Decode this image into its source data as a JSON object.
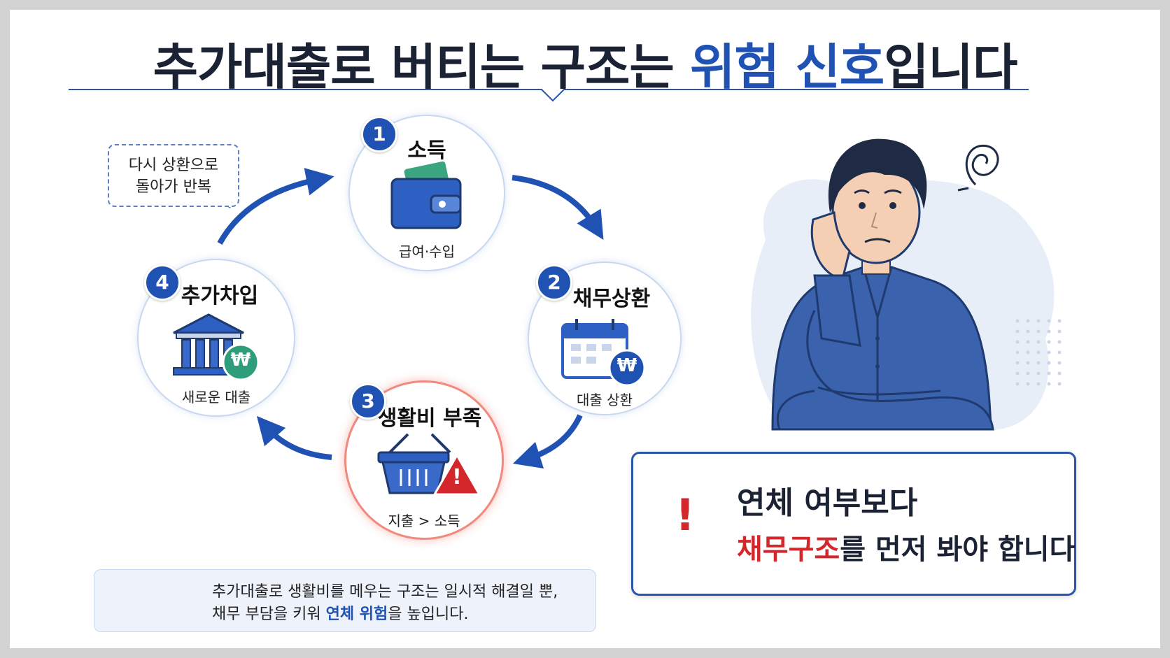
{
  "title": {
    "part1": "추가대출로 버티는 구조는 ",
    "highlight": "위험 신호",
    "part2": "입니다"
  },
  "cycle_note": {
    "line1": "다시 상환으로",
    "line2": "돌아가 반복"
  },
  "steps": [
    {
      "number": "1",
      "title": "소득",
      "caption": "급여·수입",
      "icon": "wallet-icon"
    },
    {
      "number": "2",
      "title": "채무상환",
      "caption": "대출 상환",
      "icon": "calendar-won-icon"
    },
    {
      "number": "3",
      "title": "생활비 부족",
      "caption": "지출 > 소득",
      "icon": "basket-warning-icon"
    },
    {
      "number": "4",
      "title": "추가차입",
      "caption": "새로운 대출",
      "icon": "bank-won-icon"
    }
  ],
  "info": {
    "line1": "추가대출로 생활비를 메우는 구조는 일시적 해결일 뿐,",
    "line2_prefix": "채무 부담을 키워 ",
    "line2_highlight": "연체 위험",
    "line2_suffix": "을 높입니다."
  },
  "warning": {
    "line1": "연체 여부보다",
    "line2_highlight": "채무구조",
    "line2_rest": "를 먼저 봐야 합니다"
  },
  "symbols": {
    "won": "₩",
    "exclamation": "!"
  },
  "colors": {
    "primary": "#1f52b3",
    "alert": "#d4272b",
    "money": "#2e9e7a"
  }
}
